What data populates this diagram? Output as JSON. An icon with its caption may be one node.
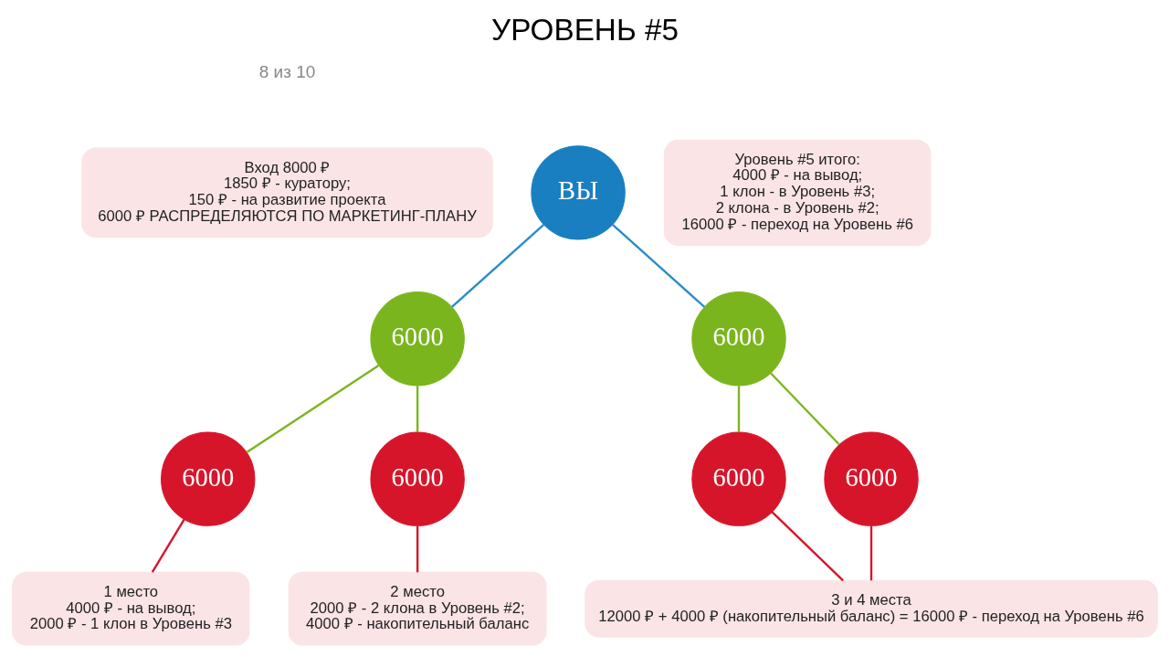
{
  "diagram": {
    "title": "УРОВЕНЬ #5",
    "nodes": [
      {
        "text": [
          "Вход 8000 ₽",
          "1850 ₽ - куратору;",
          "150 ₽ - на развитие проекта",
          "6000 ₽ РАСПРЕДЕЛЯЮТСЯ ПО МАРКЕТИНГ-ПЛАНУ"
        ]
      },
      {
        "text": [
          "ВЫ"
        ]
      },
      {
        "text": [
          "Уровень #5 итого:",
          "4000 ₽ - на вывод;",
          "1 клон - в Уровень #3;",
          "2 клона - в Уровень #2;",
          "16000 ₽ - переход на Уровень #6"
        ]
      },
      {
        "text": [
          "6000"
        ]
      },
      {
        "text": [
          "6000"
        ]
      },
      {
        "text": [
          "6000"
        ]
      },
      {
        "text": [
          "6000"
        ]
      },
      {
        "text": [
          "6000"
        ]
      },
      {
        "text": [
          "6000"
        ]
      },
      {
        "text": [
          "1 место",
          "4000 ₽ - на вывод;",
          "2000 ₽ - 1 клон в Уровень #3"
        ]
      },
      {
        "text": [
          "2 место",
          "2000 ₽ - 2 клона в Уровень #2;",
          "4000 ₽ - накопительный баланс"
        ]
      },
      {
        "text": [
          "3 и 4 места",
          "12000 ₽ + 4000 ₽ (накопительный баланс) = 16000 ₽ - переход на Уровень #6"
        ]
      }
    ],
    "edges": [
      {
        "from": 1,
        "to": 3,
        "arrow": "none",
        "color": "#2a8cc8"
      },
      {
        "from": 1,
        "to": 4,
        "arrow": "none",
        "color": "#2a8cc8"
      },
      {
        "from": 3,
        "to": 5,
        "arrow": "none"
      },
      {
        "from": 3,
        "to": 6,
        "arrow": "none"
      },
      {
        "from": 4,
        "to": 7,
        "arrow": "none"
      },
      {
        "from": 4,
        "to": 8,
        "arrow": "none"
      },
      {
        "from": 5,
        "to": 9,
        "arrow": "none",
        "color": "#d7152a"
      },
      {
        "from": 6,
        "to": 10,
        "arrow": "none",
        "color": "#d7152a"
      },
      {
        "from": 7,
        "to": 11,
        "arrow": "none",
        "color": "#d7152a"
      },
      {
        "from": 8,
        "to": 11,
        "arrow": "none",
        "color": "#d7152a"
      }
    ],
    "labels": [
      "8 из 10"
    ]
  }
}
